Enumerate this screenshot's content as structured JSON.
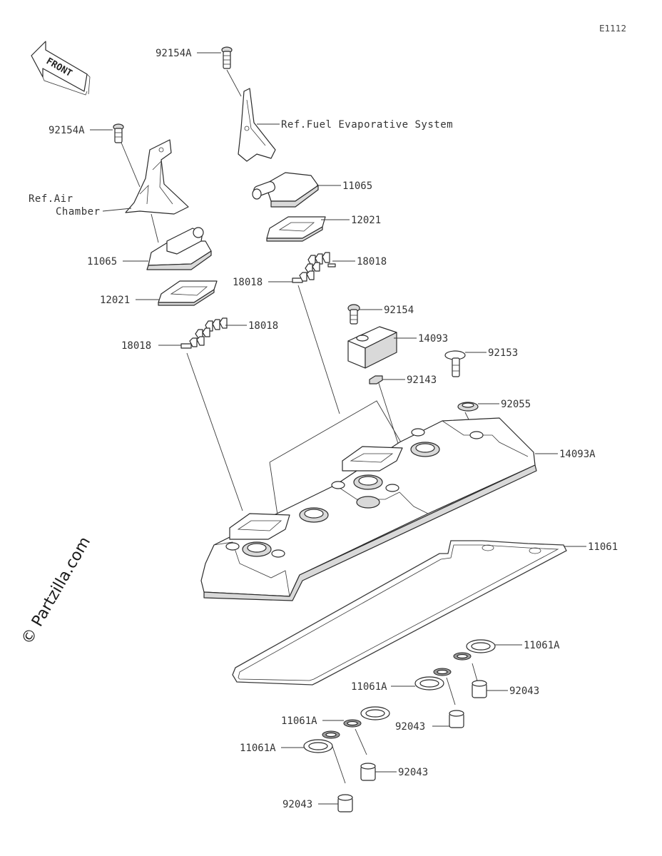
{
  "diagram_code": "E1112",
  "front_label": "FRONT",
  "watermark": "© Partzilla.com",
  "callouts": {
    "c92154A_top": "92154A",
    "c92154A_left": "92154A",
    "ref_fuel": "Ref.Fuel Evaporative System",
    "ref_air_1": "Ref.Air",
    "ref_air_2": "Chamber",
    "c11065_right": "11065",
    "c12021_right": "12021",
    "c18018_right_a": "18018",
    "c18018_right_b": "18018",
    "c11065_left": "11065",
    "c12021_left": "12021",
    "c18018_left_a": "18018",
    "c18018_left_b": "18018",
    "c92154": "92154",
    "c14093": "14093",
    "c92153": "92153",
    "c92143": "92143",
    "c92055": "92055",
    "c14093A": "14093A",
    "c11061": "11061",
    "c11061A_1": "11061A",
    "c11061A_2": "11061A",
    "c11061A_3": "11061A",
    "c11061A_4": "11061A",
    "c92043_1": "92043",
    "c92043_2": "92043",
    "c92043_3": "92043",
    "c92043_4": "92043"
  }
}
